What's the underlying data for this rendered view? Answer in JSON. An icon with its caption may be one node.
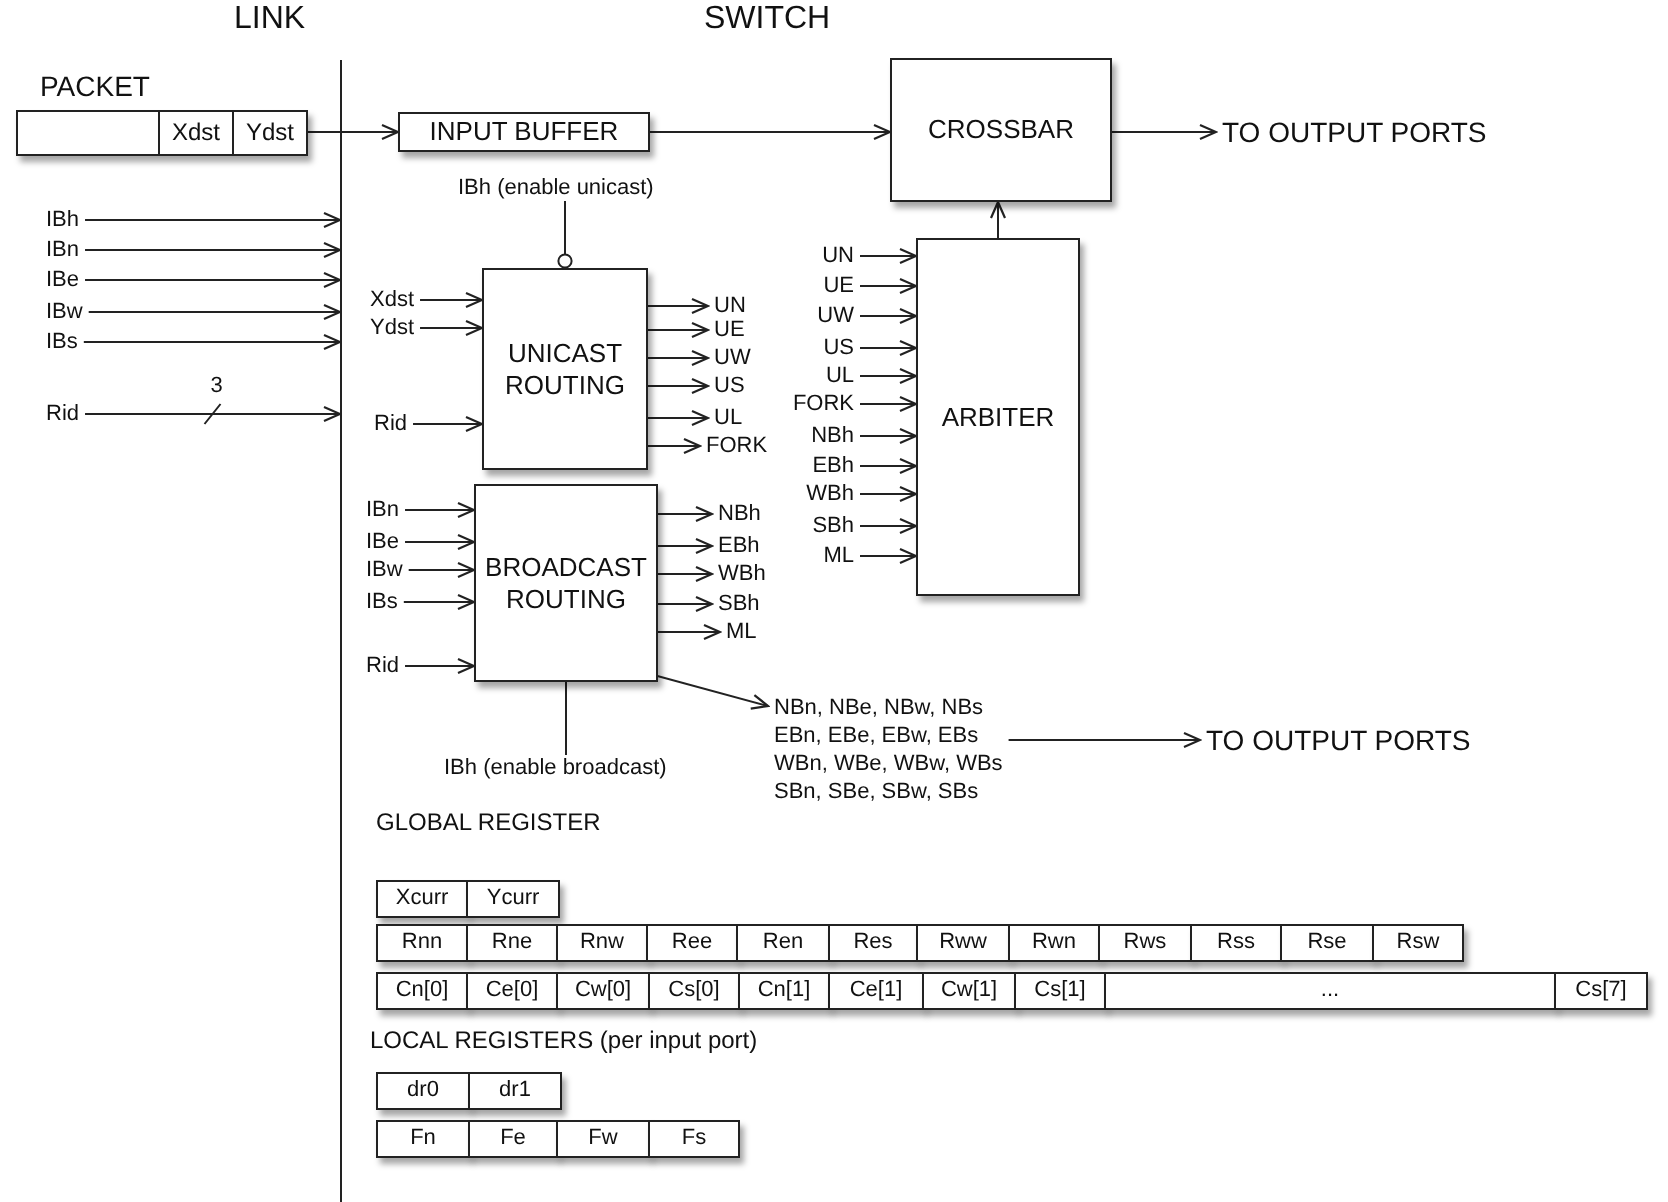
{
  "diagram": {
    "nodes": [
      {
        "text": [
          "PACKET",
          "Xdst",
          "Ydst"
        ]
      },
      {
        "text": [
          "INPUT BUFFER"
        ]
      },
      {
        "text": [
          "CROSSBAR"
        ]
      },
      {
        "text": [
          "TO OUTPUT PORTS"
        ]
      },
      {
        "text": [
          "ARBITER"
        ]
      },
      {
        "text": [
          "UNICAST ROUTING"
        ]
      },
      {
        "text": [
          "IBh (enable unicast)"
        ]
      },
      {
        "text": [
          "BROADCAST ROUTING"
        ]
      },
      {
        "text": [
          "IBh (enable broadcast)"
        ]
      },
      {
        "text": [
          "NBn, NBe, NBw, NBs",
          "EBn, EBe, EBw, EBs",
          "WBn, WBe, WBw, WBs",
          "SBn, SBe, SBw, SBs"
        ]
      },
      {
        "text": [
          "TO OUTPUT PORTS"
        ]
      },
      {
        "text": [
          "IBh"
        ]
      },
      {
        "text": [
          "IBn"
        ]
      },
      {
        "text": [
          "IBe"
        ]
      },
      {
        "text": [
          "IBw"
        ]
      },
      {
        "text": [
          "IBs"
        ]
      },
      {
        "text": [
          "Rid"
        ]
      },
      {
        "text": [
          "Xdst"
        ]
      },
      {
        "text": [
          "Ydst"
        ]
      },
      {
        "text": [
          "Rid"
        ]
      },
      {
        "text": [
          "UN"
        ]
      },
      {
        "text": [
          "UE"
        ]
      },
      {
        "text": [
          "UW"
        ]
      },
      {
        "text": [
          "US"
        ]
      },
      {
        "text": [
          "UL"
        ]
      },
      {
        "text": [
          "FORK"
        ]
      },
      {
        "text": [
          "UN"
        ]
      },
      {
        "text": [
          "UE"
        ]
      },
      {
        "text": [
          "UW"
        ]
      },
      {
        "text": [
          "US"
        ]
      },
      {
        "text": [
          "UL"
        ]
      },
      {
        "text": [
          "FORK"
        ]
      },
      {
        "text": [
          "NBh"
        ]
      },
      {
        "text": [
          "EBh"
        ]
      },
      {
        "text": [
          "WBh"
        ]
      },
      {
        "text": [
          "SBh"
        ]
      },
      {
        "text": [
          "ML"
        ]
      },
      {
        "text": [
          "IBn"
        ]
      },
      {
        "text": [
          "IBe"
        ]
      },
      {
        "text": [
          "IBw"
        ]
      },
      {
        "text": [
          "IBs"
        ]
      },
      {
        "text": [
          "Rid"
        ]
      },
      {
        "text": [
          "NBh"
        ]
      },
      {
        "text": [
          "EBh"
        ]
      },
      {
        "text": [
          "WBh"
        ]
      },
      {
        "text": [
          "SBh"
        ]
      },
      {
        "text": [
          "ML"
        ]
      },
      {
        "text": [],
        "shape": "bar"
      }
    ],
    "edges": [
      {
        "from": 0,
        "to": 1,
        "arrow": "to"
      },
      {
        "from": 1,
        "to": 2,
        "arrow": "to"
      },
      {
        "from": 2,
        "to": 3,
        "arrow": "to"
      },
      {
        "from": 4,
        "to": 2,
        "arrow": "to"
      },
      {
        "from": 11,
        "to": 47,
        "arrow": "to"
      },
      {
        "from": 12,
        "to": 47,
        "arrow": "to"
      },
      {
        "from": 13,
        "to": 47,
        "arrow": "to"
      },
      {
        "from": 14,
        "to": 47,
        "arrow": "to"
      },
      {
        "from": 15,
        "to": 47,
        "arrow": "to"
      },
      {
        "from": 16,
        "to": 47,
        "arrow": "to",
        "label": "3"
      },
      {
        "from": 17,
        "to": 5,
        "arrow": "to"
      },
      {
        "from": 18,
        "to": 5,
        "arrow": "to"
      },
      {
        "from": 19,
        "to": 5,
        "arrow": "to"
      },
      {
        "from": 6,
        "to": 5,
        "arrow": "other"
      },
      {
        "from": 5,
        "to": 20,
        "arrow": "to"
      },
      {
        "from": 5,
        "to": 21,
        "arrow": "to"
      },
      {
        "from": 5,
        "to": 22,
        "arrow": "to"
      },
      {
        "from": 5,
        "to": 23,
        "arrow": "to"
      },
      {
        "from": 5,
        "to": 24,
        "arrow": "to"
      },
      {
        "from": 5,
        "to": 25,
        "arrow": "to"
      },
      {
        "from": 26,
        "to": 4,
        "arrow": "to"
      },
      {
        "from": 27,
        "to": 4,
        "arrow": "to"
      },
      {
        "from": 28,
        "to": 4,
        "arrow": "to"
      },
      {
        "from": 29,
        "to": 4,
        "arrow": "to"
      },
      {
        "from": 30,
        "to": 4,
        "arrow": "to"
      },
      {
        "from": 31,
        "to": 4,
        "arrow": "to"
      },
      {
        "from": 32,
        "to": 4,
        "arrow": "to"
      },
      {
        "from": 33,
        "to": 4,
        "arrow": "to"
      },
      {
        "from": 34,
        "to": 4,
        "arrow": "to"
      },
      {
        "from": 35,
        "to": 4,
        "arrow": "to"
      },
      {
        "from": 36,
        "to": 4,
        "arrow": "to"
      },
      {
        "from": 37,
        "to": 7,
        "arrow": "to"
      },
      {
        "from": 38,
        "to": 7,
        "arrow": "to"
      },
      {
        "from": 39,
        "to": 7,
        "arrow": "to"
      },
      {
        "from": 40,
        "to": 7,
        "arrow": "to"
      },
      {
        "from": 41,
        "to": 7,
        "arrow": "to"
      },
      {
        "from": 7,
        "to": 42,
        "arrow": "to"
      },
      {
        "from": 7,
        "to": 43,
        "arrow": "to"
      },
      {
        "from": 7,
        "to": 44,
        "arrow": "to"
      },
      {
        "from": 7,
        "to": 45,
        "arrow": "to"
      },
      {
        "from": 7,
        "to": 46,
        "arrow": "to"
      },
      {
        "from": 8,
        "to": 7,
        "arrow": "none"
      },
      {
        "from": 7,
        "to": 9,
        "arrow": "to"
      },
      {
        "from": 9,
        "to": 10,
        "arrow": "to"
      }
    ],
    "labels": [
      "LINK",
      "SWITCH",
      "GLOBAL REGISTER",
      "Xcurr",
      "Ycurr",
      "Rnn",
      "Rne",
      "Rnw",
      "Ree",
      "Ren",
      "Res",
      "Rww",
      "Rwn",
      "Rws",
      "Rss",
      "Rse",
      "Rsw",
      "Cn[0]",
      "Ce[0]",
      "Cw[0]",
      "Cs[0]",
      "Cn[1]",
      "Ce[1]",
      "Cw[1]",
      "Cs[1]",
      "...",
      "Cs[7]",
      "LOCAL REGISTERS (per input port)",
      "dr0",
      "dr1",
      "Fn",
      "Fe",
      "Fw",
      "Fs"
    ]
  }
}
